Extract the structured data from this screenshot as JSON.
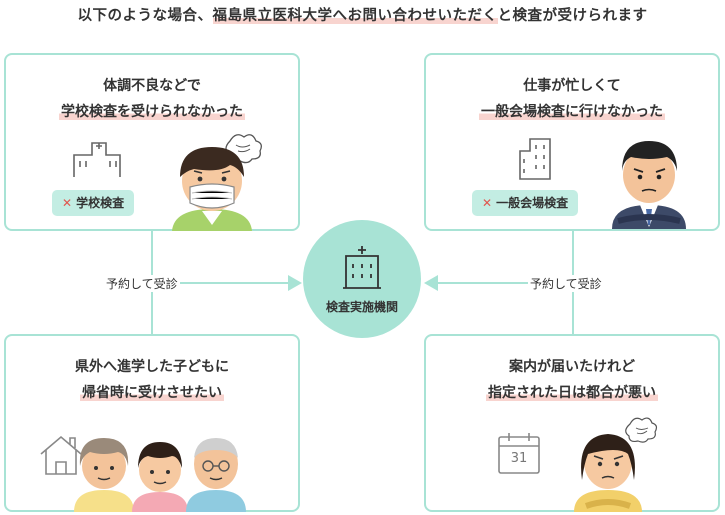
{
  "heading": {
    "prefix": "以下のような場合、",
    "highlight": "福島県立医科大学へお問い合わせいただく",
    "suffix": "と検査が受けられます"
  },
  "cards": {
    "top_left": {
      "line1": "体調不良などで",
      "line2": "学校検査を受けられなかった",
      "tag": "学校検査",
      "tag_mark": "✕"
    },
    "top_right": {
      "line1": "仕事が忙しくて",
      "line2": "一般会場検査に行けなかった",
      "tag": "一般会場検査",
      "tag_mark": "✕"
    },
    "bottom_left": {
      "line1": "県外へ進学した子どもに",
      "line2": "帰省時に受けさせたい"
    },
    "bottom_right": {
      "line1": "案内が届いたけれど",
      "line2": "指定された日は都合が悪い",
      "calendar_day": "31"
    }
  },
  "hub": {
    "label": "検査実施機関"
  },
  "flow": {
    "left_label": "予約して受診",
    "right_label": "予約して受診"
  },
  "colors": {
    "accent": "#a8e3d5",
    "tag_bg": "#c3ede3",
    "highlight": "#f8d4cf",
    "cross": "#e0574f"
  }
}
